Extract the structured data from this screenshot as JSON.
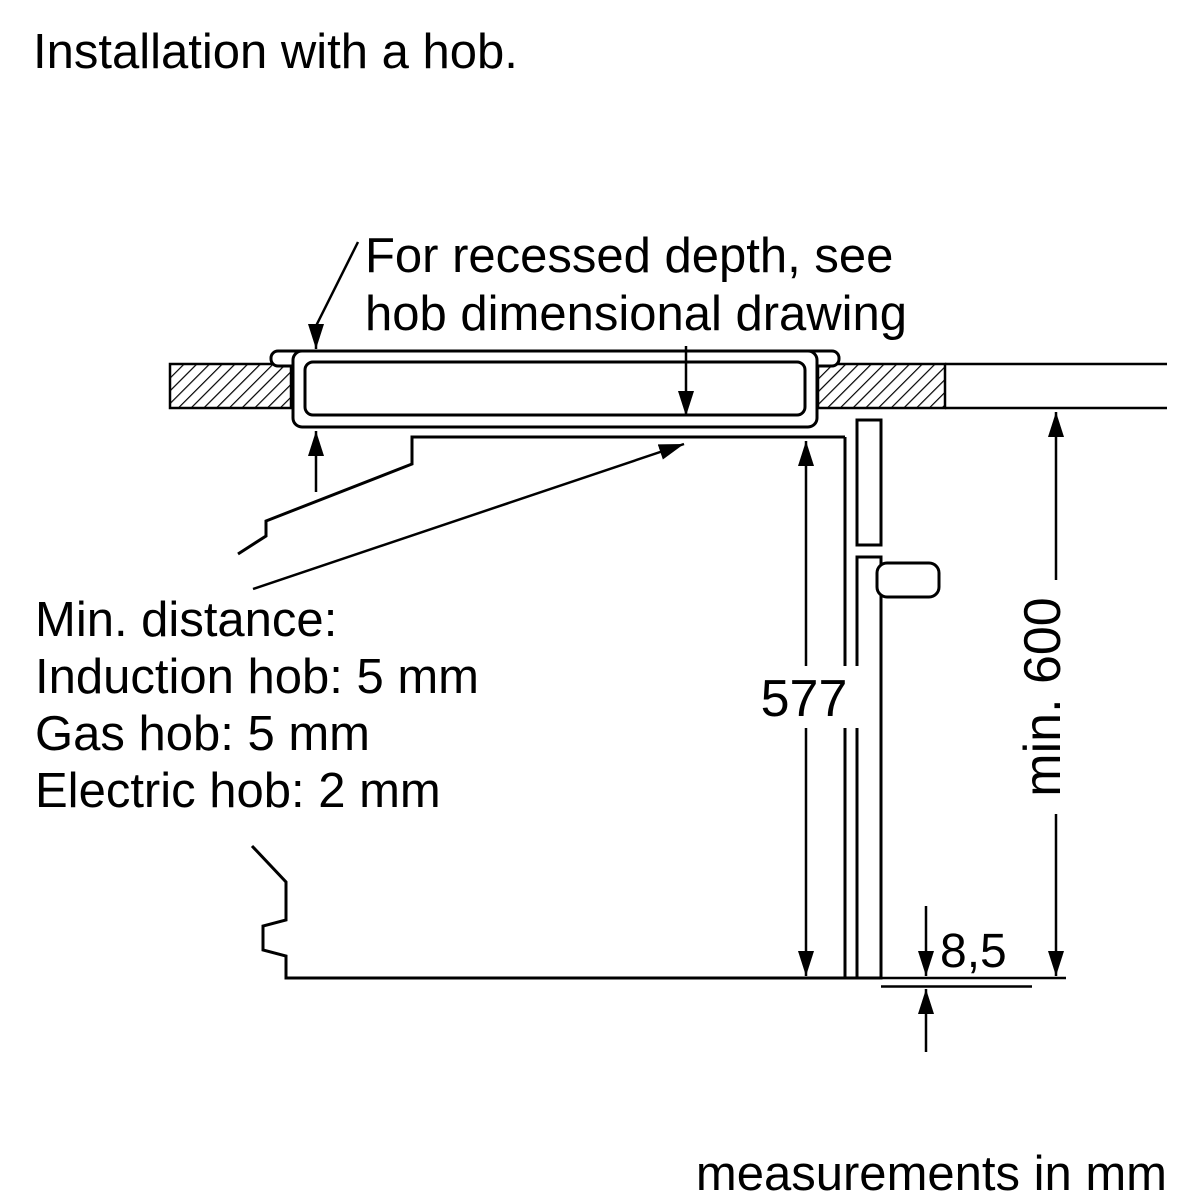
{
  "title": "Installation with a hob.",
  "annotation": {
    "line1": "For recessed depth, see",
    "line2": "hob dimensional drawing"
  },
  "min_distance": {
    "line1": "Min. distance:",
    "line2": "Induction hob: 5 mm",
    "line3": "Gas hob: 5 mm",
    "line4": "Electric hob: 2 mm"
  },
  "dims": {
    "oven_height": "577",
    "cabinet_height": "min. 600",
    "bottom_gap": "8,5"
  },
  "footer": "measurements in mm",
  "colors": {
    "line": "#000000",
    "background": "#ffffff"
  }
}
